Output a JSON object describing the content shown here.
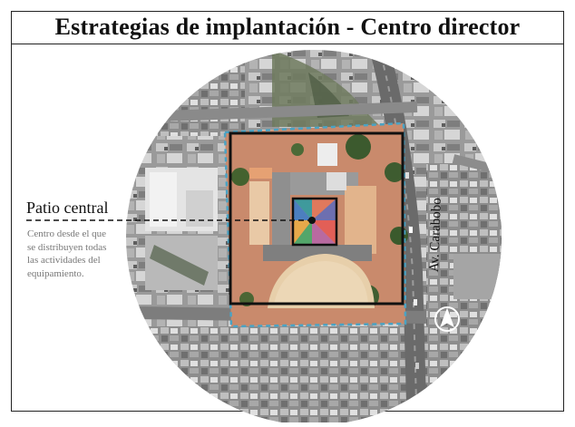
{
  "title": "Estrategias de implantación - Centro director",
  "annotation": {
    "label": "Patio central",
    "description_lines": [
      "Centro desde el que",
      "se distribuyen todas",
      "las actividades del",
      "equipamiento."
    ]
  },
  "street_label": "Av. Carabobo",
  "icons": {
    "north": "north-arrow-icon",
    "center": "center-point-icon"
  },
  "colors": {
    "boundary": "#4aa3c4",
    "frame": "#111111",
    "courtyard_wedges": [
      "#3f9a9c",
      "#e0795c",
      "#6d6fb0",
      "#e25f57",
      "#b86aa0",
      "#53a66a",
      "#e7a94a",
      "#4c7fbf"
    ]
  }
}
